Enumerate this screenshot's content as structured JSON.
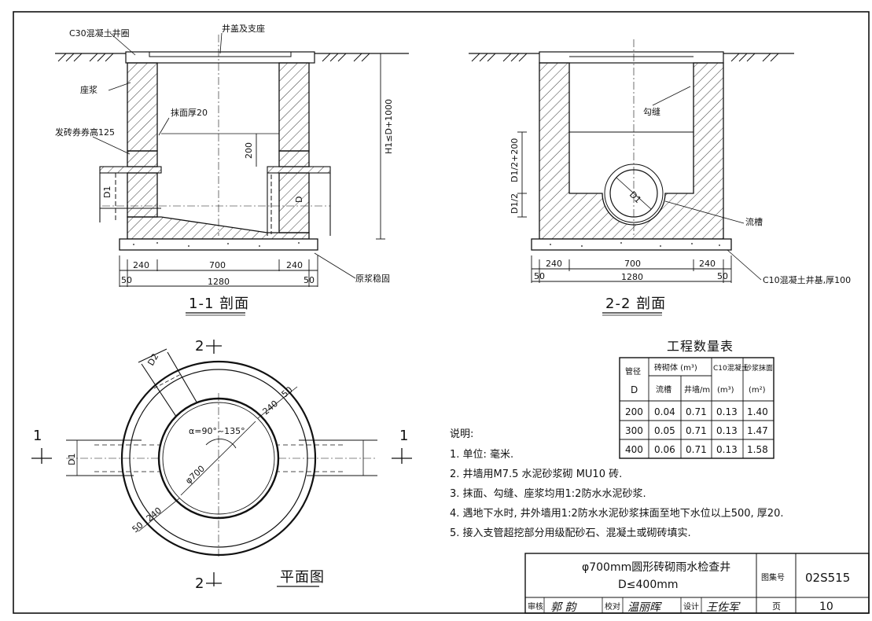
{
  "labels": {
    "c30_ring": "C30混凝土井圈",
    "cover": "井盖及支座",
    "grout_bed": "座浆",
    "plaster": "抹面厚20",
    "arch": "发砖券券高125",
    "dim_200": "200",
    "dim_h1": "H1≤D+1000",
    "d1": "D1",
    "d": "D",
    "grout_fill": "原浆稳固",
    "joint": "勾缝",
    "dim_d1_200": "D1/2+200",
    "dim_d1_half": "D1/2",
    "channel": "流槽",
    "base": "C10混凝土井基,厚100",
    "plan_angle": "α=90°~135°",
    "plan_dia": "φ700",
    "plan_240a": "240",
    "plan_50a": "50",
    "plan_240b": "240",
    "plan_50b": "50",
    "plan_d2": "D2",
    "plan_d1": "D1"
  },
  "dims": {
    "s1_240l": "240",
    "s1_700": "700",
    "s1_240r": "240",
    "s1_50l": "50",
    "s1_1280": "1280",
    "s1_50r": "50",
    "s2_240l": "240",
    "s2_700": "700",
    "s2_240r": "240",
    "s2_50l": "50",
    "s2_1280": "1280",
    "s2_50r": "50"
  },
  "section_titles": {
    "s1": "1-1 剖面",
    "s2": "2-2 剖面",
    "plan": "平面图",
    "mark_2_top": "2",
    "mark_2_bottom": "2",
    "mark_1_left": "1",
    "mark_1_right": "1"
  },
  "quantity_table": {
    "title": "工程数量表",
    "head_pipe": "管径",
    "head_pipe_d": "D",
    "head_brick": "砖砌体 (m³)",
    "head_channel": "流槽",
    "head_wall": "井墙/m",
    "head_c10": "C10混凝土",
    "head_c10_unit": "(m³)",
    "head_mortar": "砂浆抹面",
    "head_mortar_unit": "(m²)",
    "rows": [
      {
        "d": "200",
        "channel": "0.04",
        "wall": "0.71",
        "c10": "0.13",
        "mortar": "1.40"
      },
      {
        "d": "300",
        "channel": "0.05",
        "wall": "0.71",
        "c10": "0.13",
        "mortar": "1.47"
      },
      {
        "d": "400",
        "channel": "0.06",
        "wall": "0.71",
        "c10": "0.13",
        "mortar": "1.58"
      }
    ]
  },
  "notes": {
    "heading": "说明:",
    "items": [
      "1. 单位: 毫米.",
      "2. 井墙用M7.5 水泥砂浆砌 MU10 砖.",
      "3. 抹面、勾缝、座浆均用1:2防水水泥砂浆.",
      "4. 遇地下水时, 井外墙用1:2防水水泥砂浆抹面至地下水位以上500, 厚20.",
      "5. 接入支管超挖部分用级配砂石、混凝土或砌砖填实."
    ]
  },
  "title_block": {
    "title_line1": "φ700mm圆形砖砌雨水检查井",
    "title_line2": "D≤400mm",
    "atlas_label": "图集号",
    "atlas_no": "02S515",
    "review_label": "审核",
    "review_sig": "郭 韵",
    "check_label": "校对",
    "check_sig": "温丽晖",
    "design_label": "设计",
    "design_sig": "王佐军",
    "page_label": "页",
    "page_no": "10"
  }
}
